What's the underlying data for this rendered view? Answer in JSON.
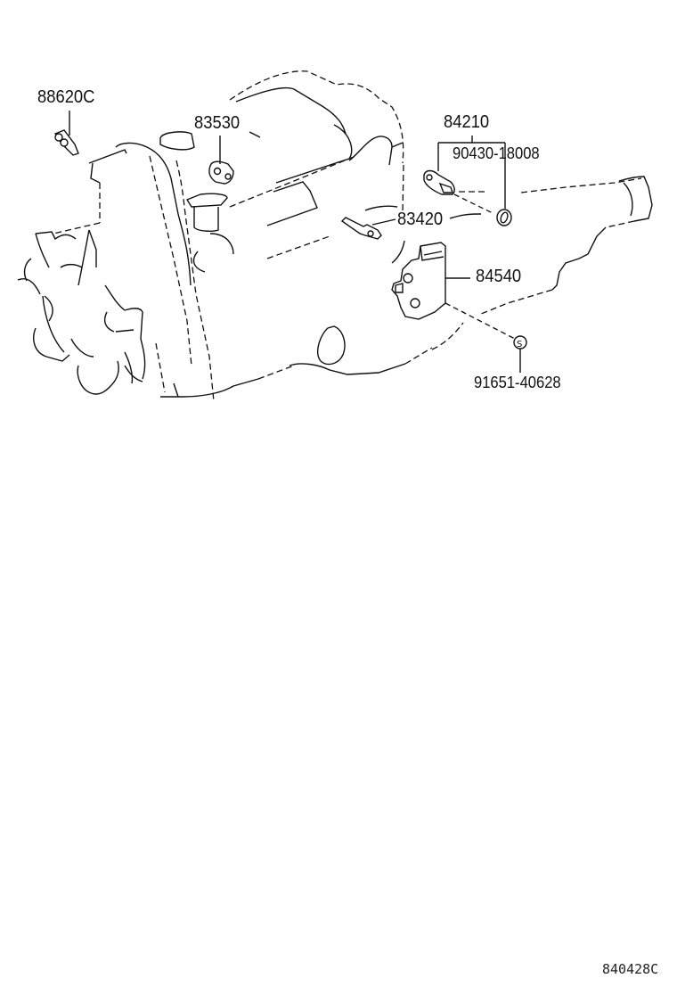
{
  "diagram": {
    "type": "parts-diagram",
    "subject": "engine and transmission switch & sensor locations",
    "callouts": [
      {
        "id": "88620C",
        "label": "88620C"
      },
      {
        "id": "83530",
        "label": "83530"
      },
      {
        "id": "84210",
        "label": "84210"
      },
      {
        "id": "90430-18008",
        "label": "90430-18008"
      },
      {
        "id": "83420",
        "label": "83420"
      },
      {
        "id": "84540",
        "label": "84540"
      },
      {
        "id": "91651-40628",
        "label": "91651-40628"
      }
    ],
    "reference_code": "840428C"
  },
  "colors": {
    "background": "#ffffff",
    "ink": "#111111"
  }
}
